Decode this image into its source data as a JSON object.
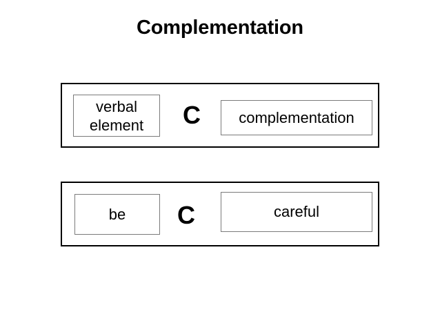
{
  "slide": {
    "title": "Complementation",
    "background_color": "#ffffff",
    "text_color": "#000000",
    "frame_border_color": "#000000",
    "cell_border_color": "#7a7a7a"
  },
  "rows": [
    {
      "id": "row-1",
      "left_cell": {
        "lines": [
          "verbal",
          "element"
        ]
      },
      "operator": "C",
      "right_cell": {
        "text": "complementation"
      }
    },
    {
      "id": "row-2",
      "left_cell": {
        "lines": [
          "be"
        ]
      },
      "operator": "C",
      "right_cell": {
        "text": "careful"
      }
    }
  ]
}
